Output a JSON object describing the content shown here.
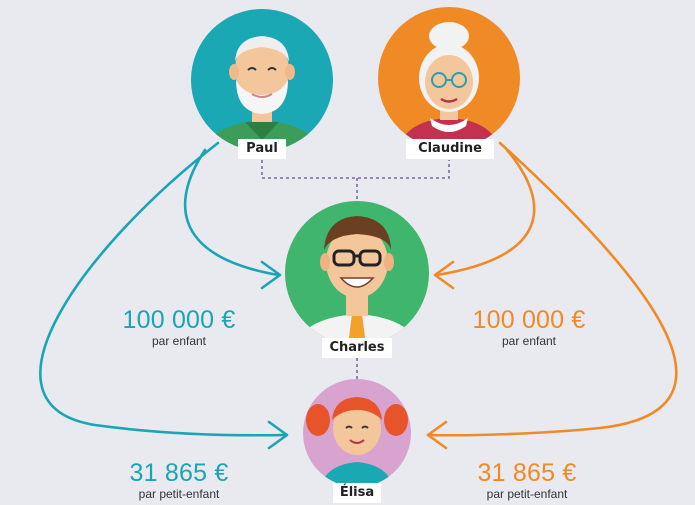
{
  "persons": {
    "paul": {
      "name": "Paul",
      "color": "#1aa8b5"
    },
    "claudine": {
      "name": "Claudine",
      "color": "#f08a24"
    },
    "charles": {
      "name": "Charles",
      "color": "#3fb56e"
    },
    "elisa": {
      "name": "Élisa",
      "color": "#d9a3cf"
    }
  },
  "gifts": {
    "left_child": {
      "amount": "100 000 €",
      "label": "par enfant",
      "color": "#1aa5b5"
    },
    "right_child": {
      "amount": "100 000 €",
      "label": "par enfant",
      "color": "#f08a24"
    },
    "left_grandchild": {
      "amount": "31 865 €",
      "label": "par petit-enfant",
      "color": "#1aa5b5"
    },
    "right_grandchild": {
      "amount": "31 865 €",
      "label": "par petit-enfant",
      "color": "#f08a24"
    }
  }
}
